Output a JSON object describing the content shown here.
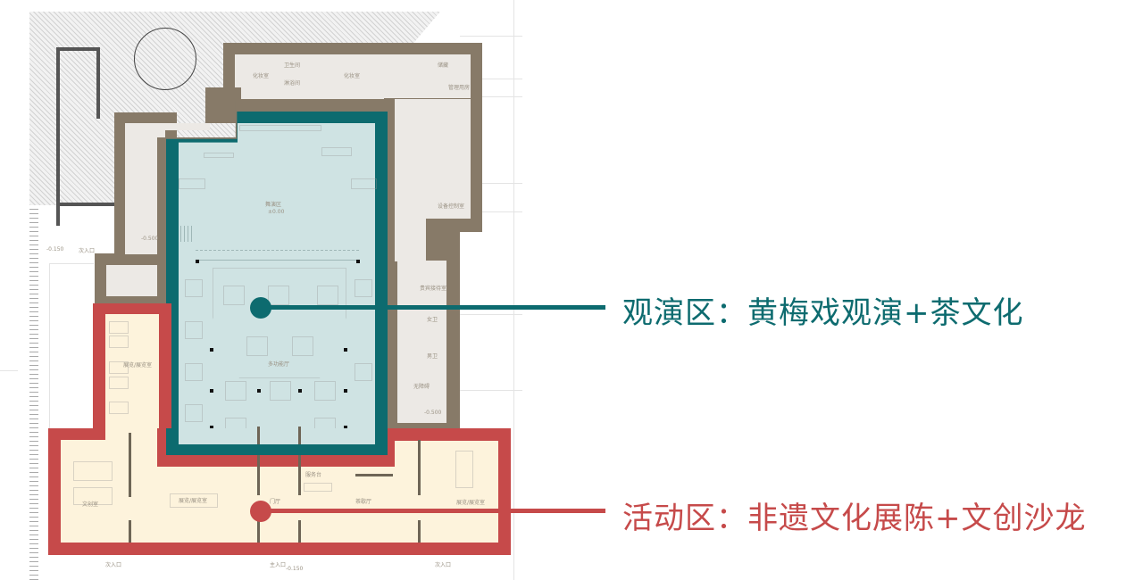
{
  "diagram": {
    "type": "architectural-floor-plan",
    "colors": {
      "performance_zone": "#0d6b6f",
      "performance_fill": "#cfe3e3",
      "activity_zone": "#c64a4a",
      "activity_fill": "#fdf3dc",
      "structure_wall": "#877a68",
      "service_room": "#ece9e5"
    },
    "callouts": [
      {
        "id": "performance",
        "label": "观演区：黄梅戏观演+茶文化",
        "color": "#0d6b6f"
      },
      {
        "id": "activity",
        "label": "活动区：非遗文化展陈+文创沙龙",
        "color": "#c64a4a"
      }
    ],
    "plan_labels": {
      "stage": "舞演区",
      "stage_level": "±0.00",
      "hall": "多功能厅",
      "left_gallery": "展览/展览室",
      "bottom_left_room": "文创室",
      "bottom_mid_room": "展览/展览室",
      "lobby": "门厅",
      "service_desk": "服务台",
      "bottom_right_mid": "茶歇厅",
      "bottom_right_room": "展览/展览室",
      "right_room_1": "贵宾接待室",
      "right_room_2": "设备控制室",
      "wc_female": "女卫",
      "wc_male": "男卫",
      "wc_access": "无障碍",
      "top_room_1": "化妆室",
      "top_room_2": "化妆室",
      "top_wc_1": "卫生间",
      "top_wc_2": "淋浴间",
      "top_store": "储藏",
      "top_office": "管理用房",
      "entry": "主入口",
      "side_entry_1": "次入口",
      "side_entry_2": "次入口",
      "side_entry_3": "次入口",
      "level_left": "-0.150",
      "level_a": "-0.500",
      "level_b": "-0.500",
      "level_c": "-0.150"
    }
  }
}
